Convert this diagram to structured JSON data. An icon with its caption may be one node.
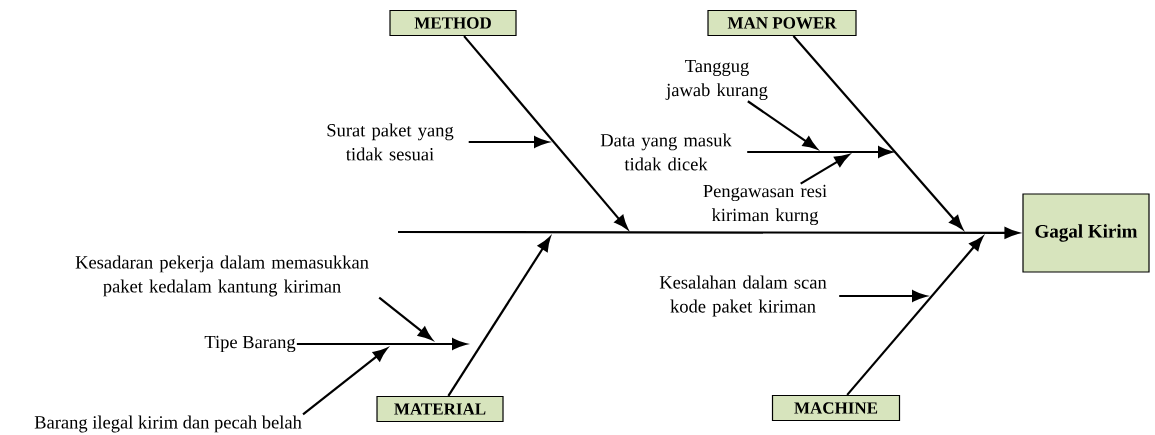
{
  "diagram": {
    "nodes": [
      {
        "text": [
          "METHOD"
        ]
      },
      {
        "text": [
          "MAN POWER"
        ]
      },
      {
        "text": [
          "Gagal Kirim"
        ]
      },
      {
        "text": [
          "MATERIAL"
        ]
      },
      {
        "text": [
          "MACHINE"
        ]
      },
      {
        "text": [
          "Surat paket yang tidak sesuai"
        ]
      },
      {
        "text": [
          "Tanggug jawab kurang"
        ]
      },
      {
        "text": [
          "Data yang masuk tidak dicek"
        ]
      },
      {
        "text": [
          "Pengawasan resi kiriman kurng"
        ]
      },
      {
        "text": [
          "Kesadaran pekerja dalam memasukkan paket kedalam kantung kiriman"
        ]
      },
      {
        "text": [
          "Kesalahan dalam scan kode paket kiriman"
        ]
      },
      {
        "text": [
          "Tipe Barang"
        ]
      },
      {
        "text": [
          "Barang ilegal kirim dan pecah belah"
        ]
      }
    ],
    "edges": [
      {
        "from": null,
        "to": 2,
        "arrow": "to"
      },
      {
        "from": 0,
        "to": null,
        "arrow": "to"
      },
      {
        "from": 1,
        "to": null,
        "arrow": "to"
      },
      {
        "from": 3,
        "to": null,
        "arrow": "to"
      },
      {
        "from": 4,
        "to": null,
        "arrow": "to"
      },
      {
        "from": 5,
        "to": null,
        "arrow": "to"
      },
      {
        "from": 7,
        "to": null,
        "arrow": "to"
      },
      {
        "from": 6,
        "to": null,
        "arrow": "to"
      },
      {
        "from": 8,
        "to": null,
        "arrow": "to"
      },
      {
        "from": 9,
        "to": null,
        "arrow": "to"
      },
      {
        "from": 11,
        "to": null,
        "arrow": "to"
      },
      {
        "from": 12,
        "to": null,
        "arrow": "to"
      },
      {
        "from": 10,
        "to": null,
        "arrow": "to"
      }
    ]
  }
}
